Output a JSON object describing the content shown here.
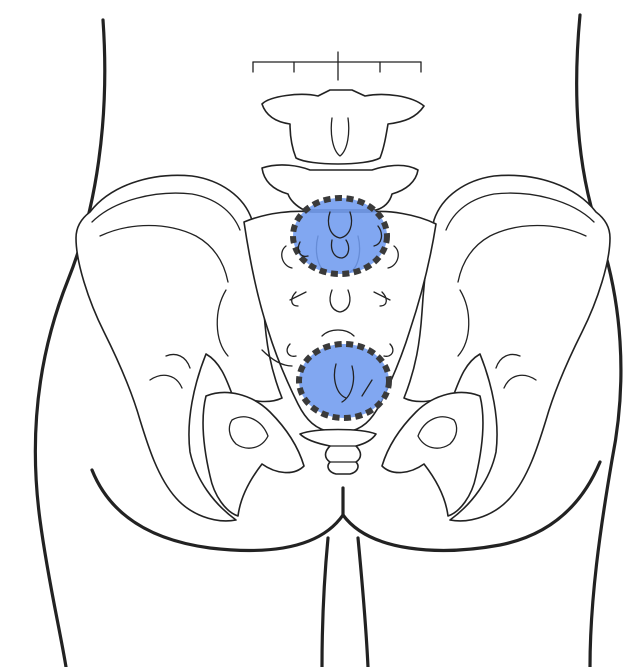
{
  "figure": {
    "subject": "pelvis-posterior-view",
    "colors": {
      "outline": "#222222",
      "marker_fill": "#6f9bef",
      "marker_stroke": "#3a3a3a"
    },
    "markers": [
      {
        "id": "upper-sacral-region"
      },
      {
        "id": "lower-sacral-coccyx-region"
      }
    ]
  }
}
